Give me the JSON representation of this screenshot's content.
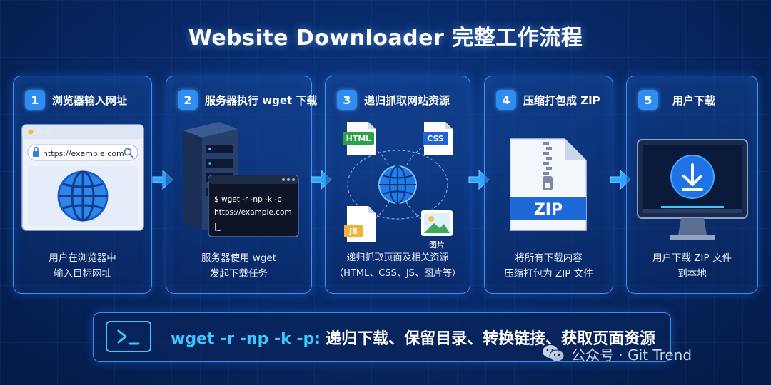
{
  "title": "Website Downloader 完整工作流程",
  "colors": {
    "accent": "#2f8cf0",
    "cyan": "#3ec6ff",
    "border": "#3d8fe8",
    "zip": "#1f68d8"
  },
  "steps": [
    {
      "num": "1",
      "title": "浏览器输入网址",
      "desc_line1": "用户在浏览器中",
      "desc_line2": "输入目标网址",
      "url": "https://example.com",
      "icons": [
        "browser-window-icon",
        "search-icon",
        "lock-icon",
        "globe-icon"
      ]
    },
    {
      "num": "2",
      "title": "服务器执行 wget 下载",
      "desc_line1": "服务器使用 wget",
      "desc_line2": "发起下载任务",
      "terminal_line1": "$ wget -r -np -k -p",
      "terminal_line2": "https://example.com",
      "terminal_line3": "|_",
      "icons": [
        "server-icon",
        "terminal-window-icon"
      ]
    },
    {
      "num": "3",
      "title": "递归抓取网站资源",
      "desc_line1": "递归抓取页面及相关资源",
      "desc_line2": "（HTML、CSS、JS、图片等）",
      "html_label": "HTML",
      "css_label": "CSS",
      "js_label": "JS",
      "image_label": "图片",
      "icons": [
        "globe-icon",
        "html-file-icon",
        "css-file-icon",
        "js-file-icon",
        "image-file-icon"
      ]
    },
    {
      "num": "4",
      "title": "压缩打包成 ZIP",
      "desc_line1": "将所有下载内容",
      "desc_line2": "压缩打包为 ZIP 文件",
      "zip_label": "ZIP",
      "icons": [
        "zip-file-icon"
      ]
    },
    {
      "num": "5",
      "title": "用户下载",
      "desc_line1": "用户下载 ZIP 文件",
      "desc_line2": "到本地",
      "icons": [
        "monitor-icon",
        "download-icon"
      ]
    }
  ],
  "command": {
    "code": "wget -r -np -k -p:",
    "desc": "递归下载、保留目录、转换链接、获取页面资源",
    "icon": "terminal-icon"
  },
  "watermark": {
    "text": "公众号 · Git Trend",
    "icon": "wechat-icon"
  }
}
